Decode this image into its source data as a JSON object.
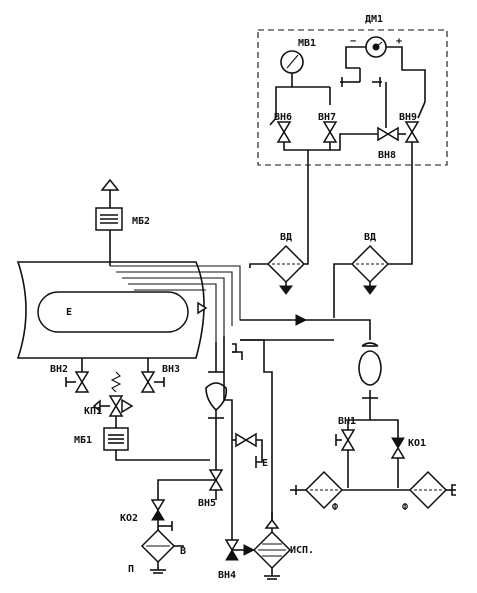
{
  "labels": {
    "dm1": "ДМ1",
    "mv1": "МВ1",
    "vn6": "ВН6",
    "vn7": "ВН7",
    "vn8": "ВН8",
    "vn9": "ВН9",
    "mb2": "МБ2",
    "vd_left": "ВД",
    "vd_right": "ВД",
    "e": "Е",
    "vn2": "ВН2",
    "vn3": "ВН3",
    "kp1": "КП1",
    "mb1": "МБ1",
    "vn1": "ВН1",
    "ko1": "КО1",
    "vn5": "ВН5",
    "ko2": "КО2",
    "vn4": "ВН4",
    "isp": "ИСП.",
    "p": "П",
    "v": "В",
    "e_port": "Е",
    "f_left": "Ф",
    "f_right": "Ф",
    "minus": "−",
    "plus": "+"
  }
}
